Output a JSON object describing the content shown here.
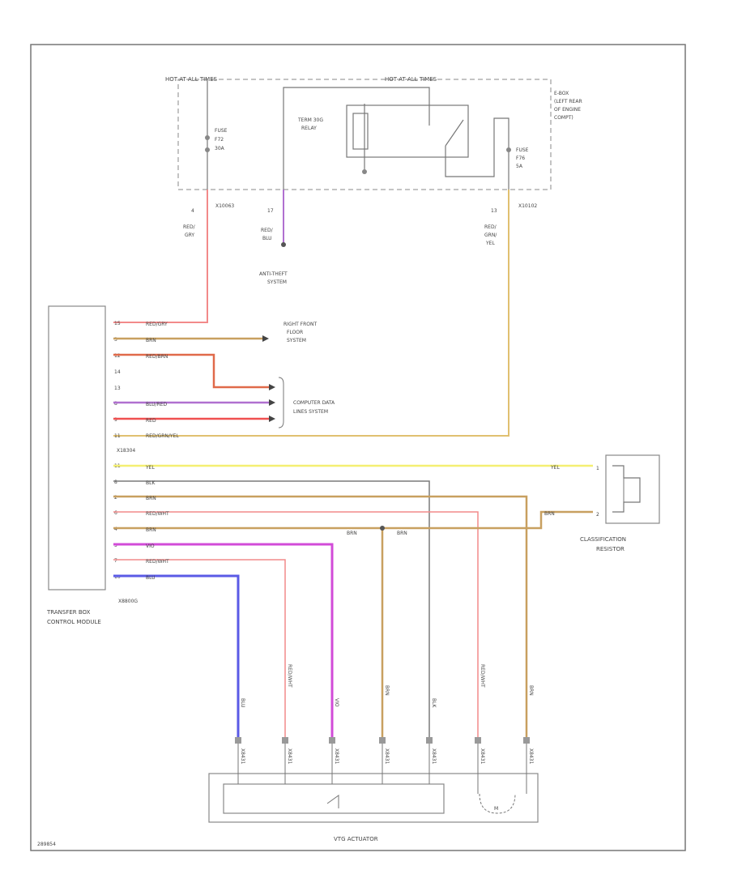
{
  "diagram": {
    "fuse_box": {
      "left_title": "HOT AT ALL TIMES",
      "right_title": "HOT AT ALL TIMES",
      "location": [
        "E-BOX",
        "(LEFT REAR",
        "OF ENGINE",
        "COMPT)"
      ],
      "fuse_left": [
        "FUSE",
        "F72",
        "30A"
      ],
      "fuse_right": [
        "FUSE",
        "F76",
        "5A"
      ],
      "relay": [
        "TERM 30G",
        "RELAY"
      ],
      "conn_left": "X10063",
      "conn_right": "X10102",
      "pin_4": "4",
      "pin_17": "17",
      "pin_13": "13"
    },
    "feed_wires": {
      "red_gry": [
        "RED/",
        "GRY"
      ],
      "red_blu": [
        "RED/",
        "BLU"
      ],
      "red_grn_yel": [
        "RED/",
        "GRN/",
        "YEL"
      ]
    },
    "anti_theft": [
      "ANTI-THEFT",
      "SYSTEM"
    ],
    "right_front_floor": [
      "RIGHT FRONT",
      "FLOOR",
      "SYSTEM"
    ],
    "computer_data": [
      "COMPUTER DATA",
      "LINES SYSTEM"
    ],
    "module": {
      "label": [
        "TRANSFER BOX",
        "CONTROL MODULE"
      ],
      "conn_top": "X18304",
      "conn_bottom": "X8800G",
      "upper_pins": [
        {
          "pin": "15",
          "wire": "RED/GRY"
        },
        {
          "pin": "3",
          "wire": "BRN"
        },
        {
          "pin": "12",
          "wire": "RED/BRN"
        },
        {
          "pin": "14",
          "wire": ""
        },
        {
          "pin": "13",
          "wire": ""
        },
        {
          "pin": "8",
          "wire": "BLU/RED"
        },
        {
          "pin": "9",
          "wire": "RED"
        },
        {
          "pin": "11",
          "wire": "RED/GRN/YEL"
        }
      ],
      "lower_pins": [
        {
          "pin": "11",
          "wire": "YEL"
        },
        {
          "pin": "8",
          "wire": "BLK"
        },
        {
          "pin": "2",
          "wire": "BRN"
        },
        {
          "pin": "6",
          "wire": "RED/WHT"
        },
        {
          "pin": "4",
          "wire": "BRN"
        },
        {
          "pin": "5",
          "wire": "VIO"
        },
        {
          "pin": "7",
          "wire": "RED/WHT"
        },
        {
          "pin": "10",
          "wire": "BLU"
        }
      ]
    },
    "classification": {
      "label": [
        "CLASSIFICATION",
        "RESISTOR"
      ],
      "pin_top": "1",
      "pin_bottom": "2",
      "wire_top": "YEL",
      "wire_bottom": "BRN"
    },
    "splice_wires": {
      "left": "BRN",
      "right": "BRN"
    },
    "actuator": {
      "label": "VTG ACTUATOR",
      "motor": "M",
      "columns": [
        {
          "wire": "BLU",
          "pin": "X8431"
        },
        {
          "wire": "RED/WHT",
          "pin": "X8431"
        },
        {
          "wire": "VIO",
          "pin": "X8431"
        },
        {
          "wire": "BRN",
          "pin": "X8431"
        },
        {
          "wire": "BLK",
          "pin": "X8431"
        },
        {
          "wire": "RED/WHT",
          "pin": "X8431"
        },
        {
          "wire": "BRN",
          "pin": "X8431"
        }
      ]
    },
    "ref_code": "289854",
    "colors": {
      "red": "#f28a8a",
      "brown": "#c8a060",
      "yellow": "#f4ef72",
      "violet": "#d24bd8",
      "blue": "#5a5ae6",
      "black": "#7a7a7a",
      "red_brn": "#e06a4a",
      "blu_red": "#b070d0",
      "red_solid": "#f05050",
      "grn_yel": "#e0c070"
    }
  }
}
